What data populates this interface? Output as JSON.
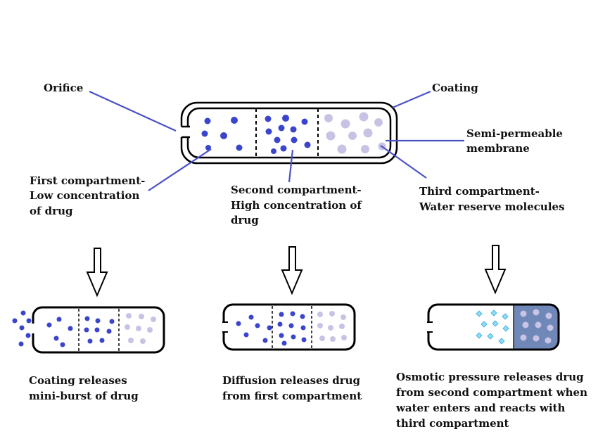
{
  "labels": {
    "orifice": "Orifice",
    "coating": "Coating",
    "membrane_1": "Semi-permeable",
    "membrane_2": "membrane",
    "first_1": "First compartment-",
    "first_2": "Low concentration",
    "first_3": "of drug",
    "second_1": "Second compartment-",
    "second_2": "High concentration of",
    "second_3": "drug",
    "third_1": "Third compartment-",
    "third_2": "Water reserve molecules"
  },
  "captions": {
    "coating_1": "Coating releases",
    "coating_2": "mini-burst of drug",
    "diffusion_1": "Diffusion releases drug",
    "diffusion_2": "from first compartment",
    "osmotic_1": "Osmotic pressure releases drug",
    "osmotic_2": "from second compartment when",
    "osmotic_3": "water enters and reacts with",
    "osmotic_4": "third compartment"
  },
  "colors": {
    "drug": "#3a45cc",
    "water_reserve": "#c8c3e4",
    "water_drop": "#5bc8ee",
    "swollen_reserve": "#6f88b7",
    "leader_line": "#4a52c8",
    "outline": "#000000"
  }
}
